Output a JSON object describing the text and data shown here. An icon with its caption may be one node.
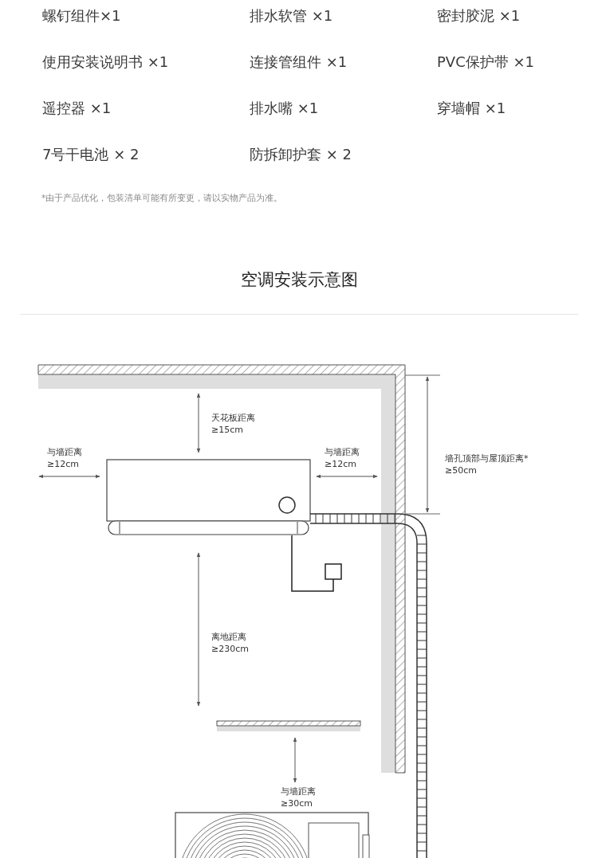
{
  "diagram": {
    "title": "空调安装示意图",
    "labels": [
      "螺钉组件×1",
      "排水软管 ×1",
      "密封胶泥 ×1",
      "使用安装说明书 ×1",
      "连接管组件 ×1",
      "PVC保护带 ×1",
      "遥控器 ×1",
      "排水嘴 ×1",
      "穿墙帽 ×1",
      "7号干电池 × 2",
      "防拆卸护套 × 2",
      "*由于产品优化，包装清单可能有所变更，请以实物产品为准。",
      "天花板距离 ≥15cm",
      "与墙距离 ≥12cm",
      "与墙距离 ≥12cm",
      "墙孔顶部与屋顶距离* ≥50cm",
      "离地距离 ≥230cm",
      "与墙距离 ≥30cm"
    ]
  }
}
